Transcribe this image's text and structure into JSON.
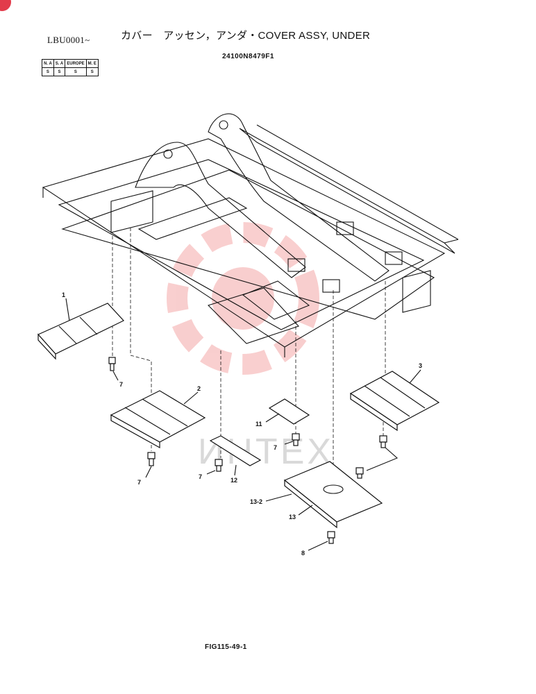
{
  "header": {
    "serial": "LBU0001~",
    "title": "カバー　アッセン，アンダ・COVER ASSY, UNDER",
    "part_number": "24100N8479F1"
  },
  "region_table": {
    "headers": [
      "N. A",
      "S. A",
      "EUROPE",
      "M. E"
    ],
    "values": [
      "S",
      "S",
      "S",
      "S"
    ]
  },
  "callouts": {
    "c1": "1",
    "c2": "2",
    "c3": "3",
    "c7a": "7",
    "c7b": "7",
    "c7c": "7",
    "c7d": "7",
    "c8": "8",
    "c11": "11",
    "c12": "12",
    "c13": "13",
    "c13_2": "13-2"
  },
  "watermark": "ИНТЕХ",
  "footer": {
    "figure": "FIG115-49-1"
  },
  "colors": {
    "watermark": "#f4a7a7",
    "badge": "#e23b4b",
    "ink": "#111111"
  }
}
